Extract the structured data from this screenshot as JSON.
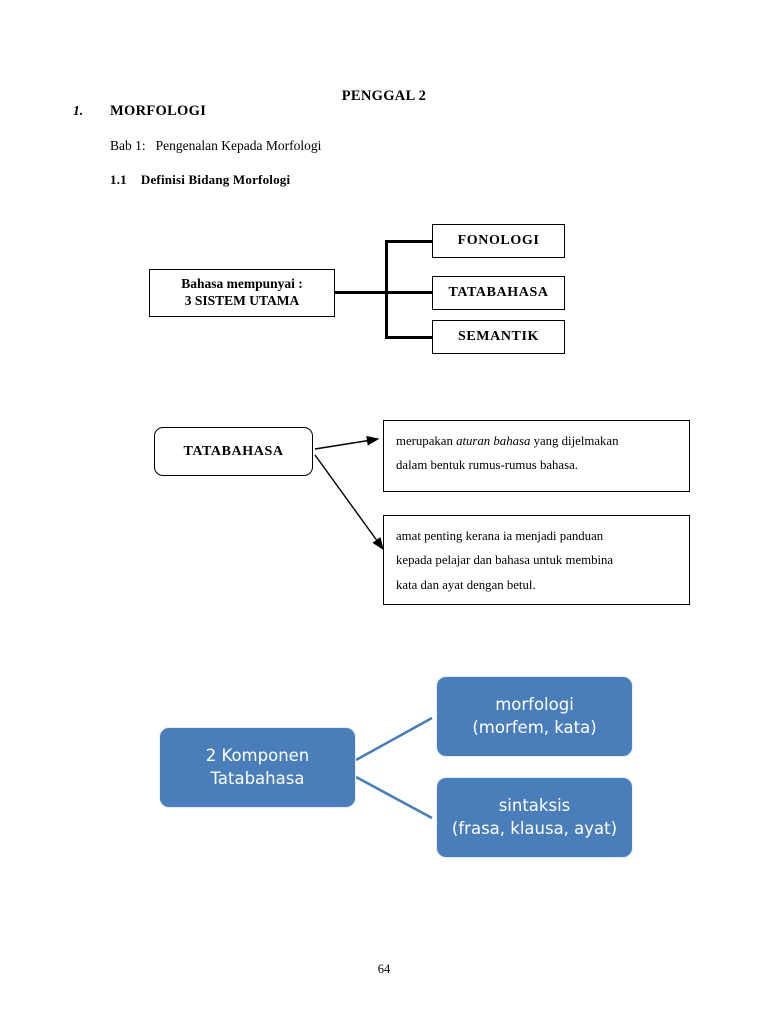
{
  "document": {
    "header_title": "PENGGAL 2",
    "section_number": "1.",
    "section_title": "MORFOLOGI",
    "chapter_label": "Bab 1:",
    "chapter_title": "Pengenalan Kepada Morfologi",
    "subsection_number": "1.1",
    "subsection_title": "Definisi Bidang Morfologi",
    "page_number": "64"
  },
  "diagram_systems": {
    "source_line1": "Bahasa mempunyai :",
    "source_line2": "3 SISTEM UTAMA",
    "branches": [
      {
        "label": "FONOLOGI"
      },
      {
        "label": "TATABAHASA"
      },
      {
        "label": "SEMANTIK"
      }
    ]
  },
  "diagram_tatabahasa": {
    "source": "TATABAHASA",
    "definitions": [
      {
        "part1": "merupakan ",
        "emphasis": "aturan bahasa",
        "part2": " yang dijelmakan",
        "line2": "dalam bentuk rumus-rumus bahasa."
      },
      {
        "line1": "amat penting kerana ia menjadi panduan",
        "line2": "kepada pelajar dan bahasa untuk membina",
        "line3": "kata dan ayat dengan betul."
      }
    ]
  },
  "diagram_komponen": {
    "source_line1": "2 Komponen",
    "source_line2": "Tatabahasa",
    "children": [
      {
        "line1": "morfologi",
        "line2": "(morfem, kata)"
      },
      {
        "line1": "sintaksis",
        "line2": "(frasa, klausa, ayat)"
      }
    ],
    "accent_color": "#4a7ebb"
  }
}
